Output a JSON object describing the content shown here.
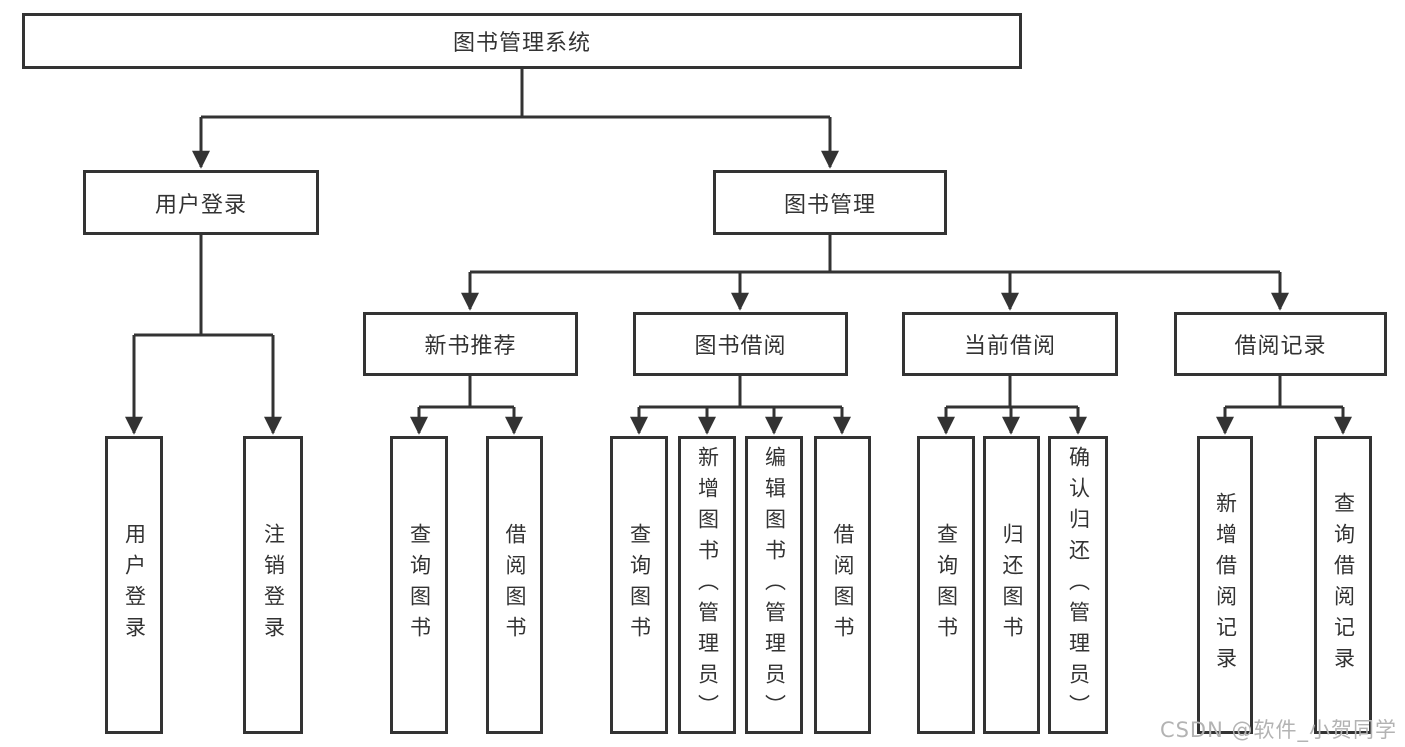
{
  "diagram": {
    "title": "图书管理系统",
    "root_label": "图书管理系统",
    "level2": [
      {
        "label": "用户登录",
        "children": [
          "用户登录",
          "注销登录"
        ]
      },
      {
        "label": "图书管理"
      }
    ],
    "level3": [
      {
        "label": "新书推荐",
        "children": [
          "查询图书",
          "借阅图书"
        ]
      },
      {
        "label": "图书借阅",
        "children": [
          "查询图书",
          "新增图书（管理员）",
          "编辑图书（管理员）",
          "借阅图书"
        ]
      },
      {
        "label": "当前借阅",
        "children": [
          "查询图书",
          "归还图书",
          "确认归还（管理员）"
        ]
      },
      {
        "label": "借阅记录",
        "children": [
          "新增借阅记录",
          "查询借阅记录"
        ]
      }
    ]
  },
  "watermark": "CSDN @软件_小贺同学",
  "colors": {
    "line": "#333333",
    "box_border": "#333333",
    "text": "#333333",
    "watermark": "#b3b3b3",
    "background": "#ffffff"
  }
}
